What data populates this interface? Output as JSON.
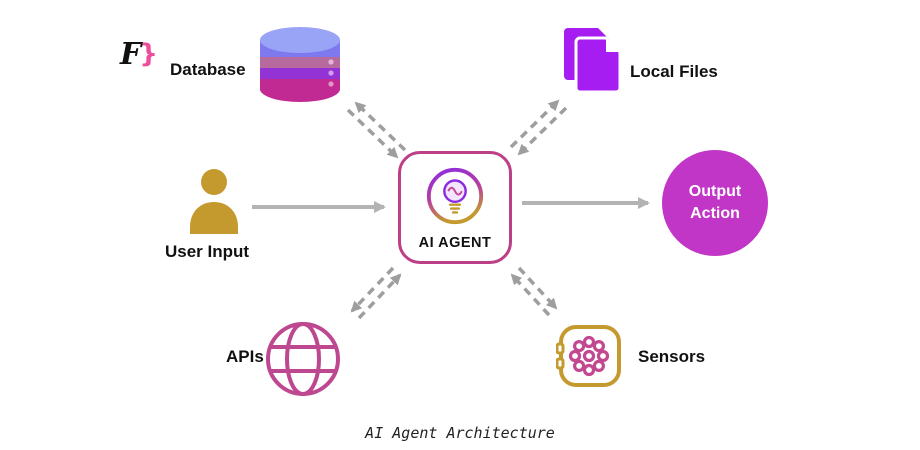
{
  "title": "AI Agent Architecture",
  "agent": {
    "label": "AI AGENT"
  },
  "nodes": {
    "database": {
      "label": "Database",
      "logo_f": "F",
      "logo_brace": "}"
    },
    "local_files": {
      "label": "Local Files"
    },
    "user_input": {
      "label": "User Input"
    },
    "output_action": {
      "line1": "Output",
      "line2": "Action"
    },
    "apis": {
      "label": "APIs"
    },
    "sensors": {
      "label": "Sensors"
    }
  },
  "colors": {
    "agent_border_magenta": "#bc3f87",
    "output_fill": "#c136c6",
    "files_purple": "#a51df0",
    "gold": "#c49a2f",
    "pink": "#bd4890",
    "solid_arrow_gray": "#b3b3b3",
    "dashed_arrow_gray": "#9e9e9e",
    "db_top_blue": "#99a4f6",
    "db_band_blue": "#7e79ef",
    "db_band_mauve": "#b76a9e",
    "db_band_purple": "#9333d6",
    "db_band_magenta": "#c02a92"
  }
}
